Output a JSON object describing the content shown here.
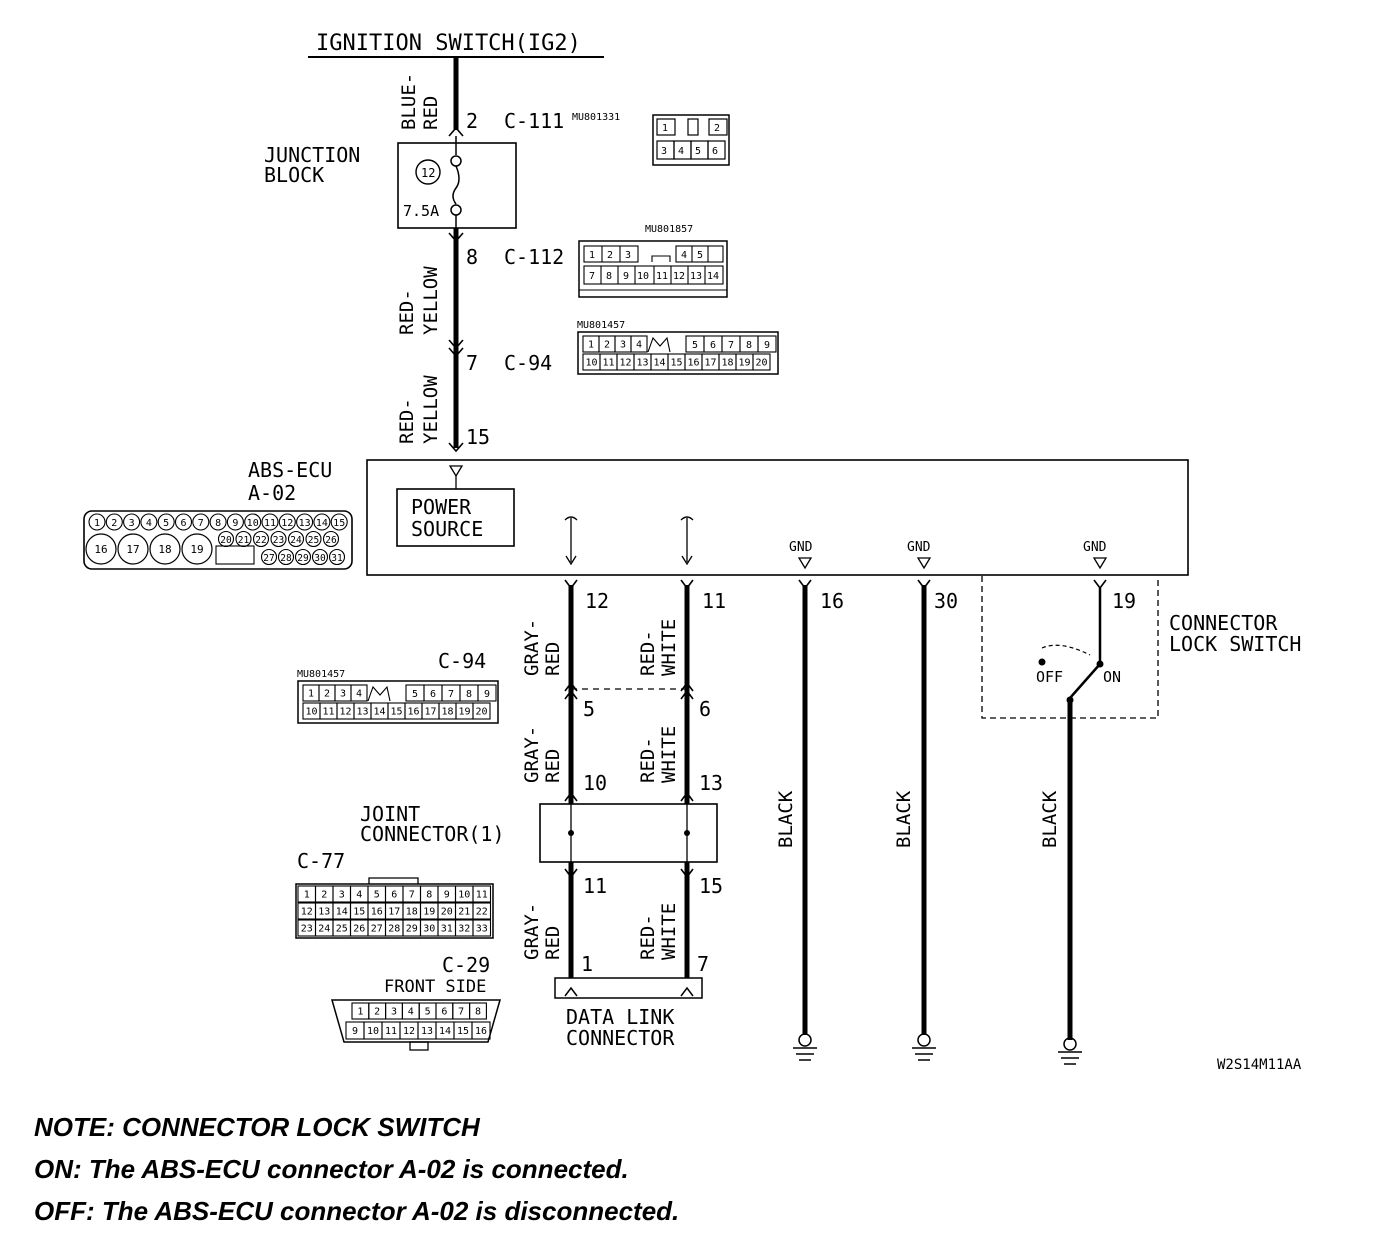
{
  "top": {
    "title": "IGNITION SWITCH(IG2)"
  },
  "wires": {
    "w1": [
      "BLUE-",
      "RED"
    ],
    "w2": [
      "RED-",
      "YELLOW"
    ],
    "w3": [
      "RED-",
      "YELLOW"
    ],
    "w4": [
      "GRAY-",
      "RED"
    ],
    "w5": [
      "RED-",
      "WHITE"
    ],
    "w6": [
      "GRAY-",
      "RED"
    ],
    "w7": [
      "RED-",
      "WHITE"
    ],
    "w8": [
      "GRAY-",
      "RED"
    ],
    "w9": [
      "RED-",
      "WHITE"
    ],
    "black": "BLACK"
  },
  "pins": {
    "p2": "2",
    "p8": "8",
    "p7": "7",
    "p15": "15",
    "p12": "12",
    "p11": "11",
    "p16": "16",
    "p30": "30",
    "p19": "19",
    "p5": "5",
    "p6": "6",
    "p10": "10",
    "p13": "13",
    "p11b": "11",
    "p15b": "15",
    "p1": "1",
    "p7b": "7"
  },
  "connectors": {
    "c111": "C-111",
    "c111_part": "MU801331",
    "c112": "C-112",
    "c112_part": "MU801857",
    "c94": "C-94",
    "c94_part": "MU801457",
    "c94b": "C-94",
    "c94b_part": "MU801457",
    "c77": "C-77",
    "c29": "C-29",
    "c29_side": "FRONT SIDE"
  },
  "blocks": {
    "junction": [
      "JUNCTION",
      "BLOCK"
    ],
    "fuse_no": "12",
    "fuse_rating": "7.5A",
    "ecu": [
      "ABS-ECU",
      "A-02"
    ],
    "power": [
      "POWER",
      "SOURCE"
    ],
    "gnd": "GND",
    "lock_switch": [
      "CONNECTOR",
      "LOCK SWITCH"
    ],
    "off": "OFF",
    "on": "ON",
    "joint": [
      "JOINT",
      "CONNECTOR(1)"
    ],
    "dlc": [
      "DATA LINK",
      "CONNECTOR"
    ],
    "code": "W2S14M11AA"
  },
  "grids": {
    "c111": {
      "top": [
        "1",
        "",
        "2"
      ],
      "bottom": [
        "3",
        "4",
        "5",
        "6"
      ]
    },
    "c112": {
      "top": [
        "1",
        "2",
        "3",
        "4",
        "5"
      ],
      "bottom": [
        "7",
        "8",
        "9",
        "10",
        "11",
        "12",
        "13",
        "14"
      ]
    },
    "c94": {
      "top": [
        "1",
        "2",
        "3",
        "4",
        "5",
        "6",
        "7",
        "8",
        "9"
      ],
      "bottom": [
        "10",
        "11",
        "12",
        "13",
        "14",
        "15",
        "16",
        "17",
        "18",
        "19",
        "20"
      ]
    },
    "a02": {
      "top": [
        "1",
        "2",
        "3",
        "4",
        "5",
        "6",
        "7",
        "8",
        "9",
        "10",
        "11",
        "12",
        "13",
        "14",
        "15"
      ],
      "big": [
        "16",
        "17",
        "18",
        "19"
      ],
      "mid": [
        "20",
        "21",
        "22",
        "23",
        "24",
        "25",
        "26"
      ],
      "low": [
        "27",
        "28",
        "29",
        "30",
        "31"
      ]
    },
    "c77": {
      "r1": [
        "1",
        "2",
        "3",
        "4",
        "5",
        "6",
        "7",
        "8",
        "9",
        "10",
        "11"
      ],
      "r2": [
        "12",
        "13",
        "14",
        "15",
        "16",
        "17",
        "18",
        "19",
        "20",
        "21",
        "22"
      ],
      "r3": [
        "23",
        "24",
        "25",
        "26",
        "27",
        "28",
        "29",
        "30",
        "31",
        "32",
        "33"
      ]
    },
    "c29": {
      "top": [
        "1",
        "2",
        "3",
        "4",
        "5",
        "6",
        "7",
        "8"
      ],
      "bottom": [
        "9",
        "10",
        "11",
        "12",
        "13",
        "14",
        "15",
        "16"
      ]
    }
  },
  "notes": [
    "NOTE: CONNECTOR LOCK SWITCH",
    "ON: The ABS-ECU connector A-02 is connected.",
    "OFF: The ABS-ECU connector A-02 is disconnected."
  ]
}
